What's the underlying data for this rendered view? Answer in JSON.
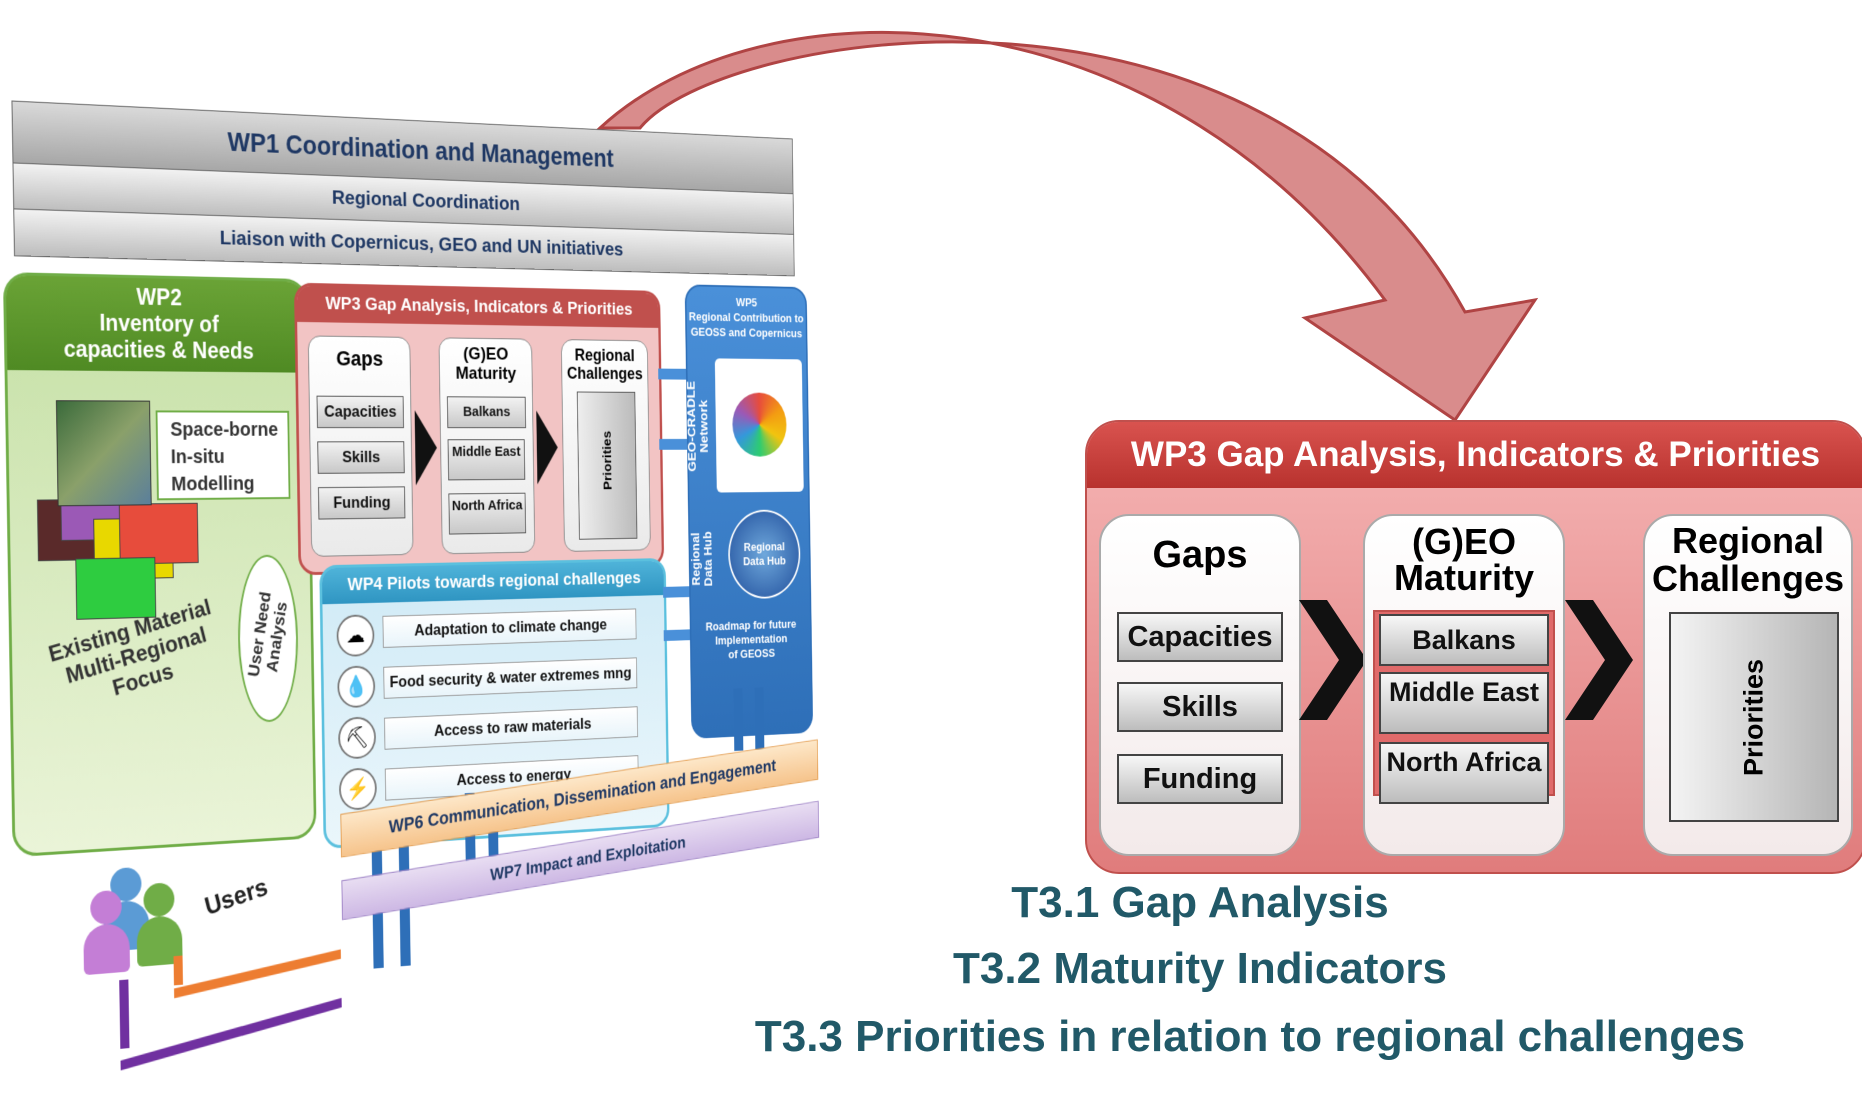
{
  "wp1": {
    "title": "WP1 Coordination and Management",
    "row2": "Regional Coordination",
    "row3": "Liaison with Copernicus, GEO and UN initiatives"
  },
  "wp2": {
    "header_l1": "WP2",
    "header_l2": "Inventory of",
    "header_l3": "capacities & Needs",
    "sources": [
      "Space-borne",
      "In-situ",
      "Modelling"
    ],
    "footer_l1": "Existing Material",
    "footer_l2": "Multi-Regional",
    "footer_l3": "Focus",
    "user_need": "User Need Analysis"
  },
  "wp3_small": {
    "header": "WP3 Gap Analysis, Indicators & Priorities",
    "gaps_title": "Gaps",
    "gaps": [
      "Capacities",
      "Skills",
      "Funding"
    ],
    "maturity_title_l1": "(G)EO",
    "maturity_title_l2": "Maturity",
    "maturity": [
      "Balkans",
      "Middle East",
      "North Africa"
    ],
    "challenges_title_l1": "Regional",
    "challenges_title_l2": "Challenges",
    "priorities": "Priorities"
  },
  "wp4": {
    "header": "WP4 Pilots towards regional challenges",
    "pilots": [
      "Adaptation to climate change",
      "Food security & water extremes mng",
      "Access to raw materials",
      "Access to energy"
    ]
  },
  "wp5": {
    "title_l1": "WP5",
    "title_l2": "Regional Contribution to",
    "title_l3": "GEOSS and Copernicus",
    "network_l1": "GEO-CRADLE",
    "network_l2": "Network",
    "hub_side_l1": "Regional",
    "hub_side_l2": "Data Hub",
    "hub_disc_l1": "Regional",
    "hub_disc_l2": "Data Hub",
    "roadmap_l1": "Roadmap for future",
    "roadmap_l2": "Implementation",
    "roadmap_l3": "of GEOSS"
  },
  "wp6": "WP6 Communication, Dissemination and Engagement",
  "wp7": "WP7 Impact and Exploitation",
  "users": "Users",
  "panel": {
    "header": "WP3 Gap Analysis, Indicators & Priorities",
    "gaps_title": "Gaps",
    "gaps": [
      "Capacities",
      "Skills",
      "Funding"
    ],
    "maturity_title_l1": "(G)EO",
    "maturity_title_l2": "Maturity",
    "maturity": [
      "Balkans",
      "Middle East",
      "North Africa"
    ],
    "challenges_title_l1": "Regional",
    "challenges_title_l2": "Challenges",
    "priorities": "Priorities"
  },
  "tasks": [
    "T3.1 Gap Analysis",
    "T3.2 Maturity Indicators",
    "T3.3 Priorities in relation to regional challenges"
  ],
  "colors": {
    "wp3_red": "#c0504d",
    "wp2_green": "#70ad47",
    "wp4_blue": "#5bc0de",
    "wp5_blue": "#2e6fb8",
    "task_text": "#215968",
    "curved_arrow": "#d98c8c"
  }
}
